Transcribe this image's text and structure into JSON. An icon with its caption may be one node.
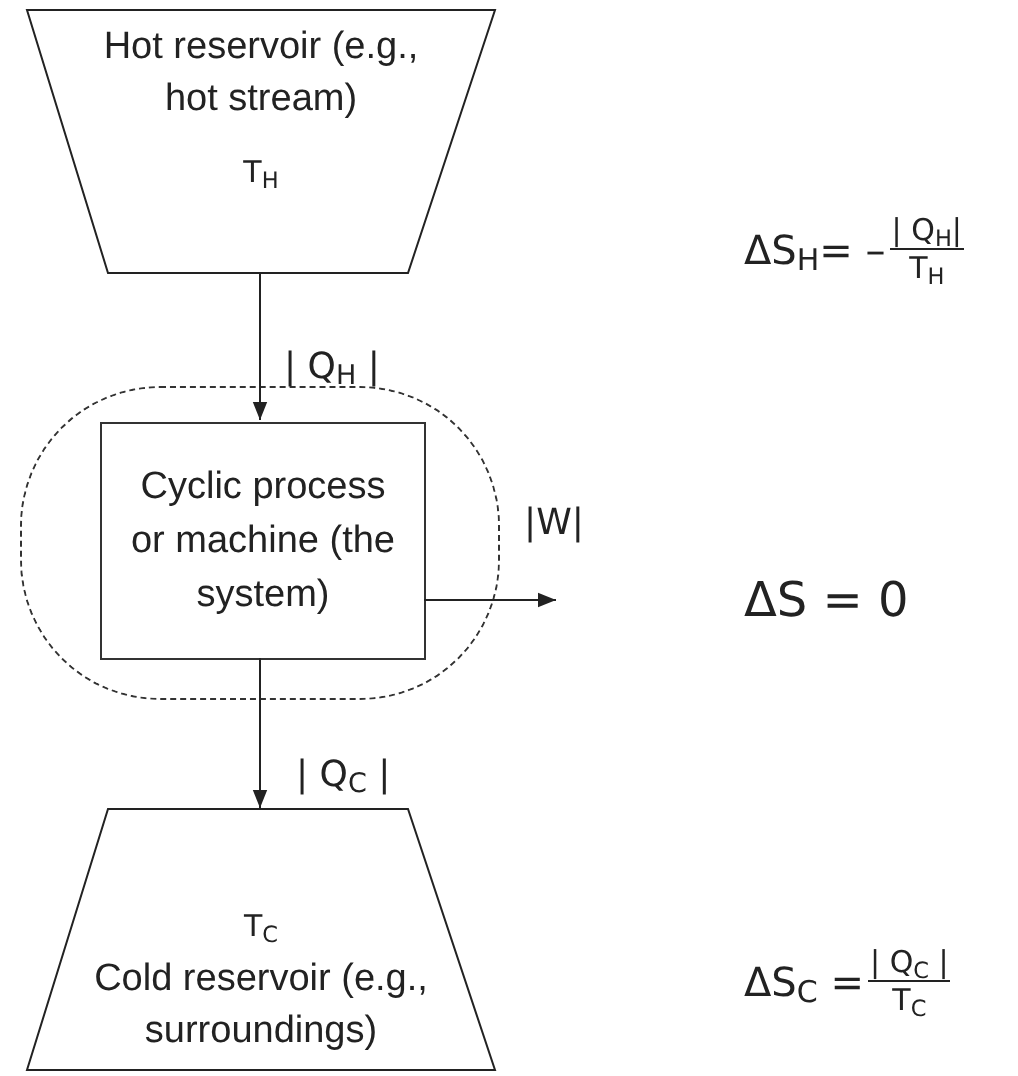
{
  "diagram": {
    "nodes": [
      {
        "text": [
          "Hot reservoir (e.g., hot stream)",
          "T$_{H}$"
        ]
      },
      {
        "text": [],
        "shape": "box"
      },
      {
        "text": [
          "Cyclic process or machine (the system)"
        ],
        "in": 1
      },
      {
        "text": [
          "T$_{C}$",
          "Cold reservoir (e.g., surroundings)"
        ]
      }
    ],
    "edges": [
      {
        "from": 0,
        "to": 2,
        "arrow": "to",
        "label": "| Q$_{H}$ |"
      },
      {
        "from": 2,
        "to": null,
        "arrow": "to",
        "label": "|W|"
      },
      {
        "from": 2,
        "to": 3,
        "arrow": "to",
        "label": "| Q$_{C}$ |"
      }
    ],
    "labels": [
      "ΔS$_{H}$= –",
      "| Q$_{H}$|",
      "T$_{H}$",
      "ΔS = 0",
      "ΔS$_{C}$ =",
      "| Q$_{C}$ |",
      "T$_{C}$"
    ]
  }
}
